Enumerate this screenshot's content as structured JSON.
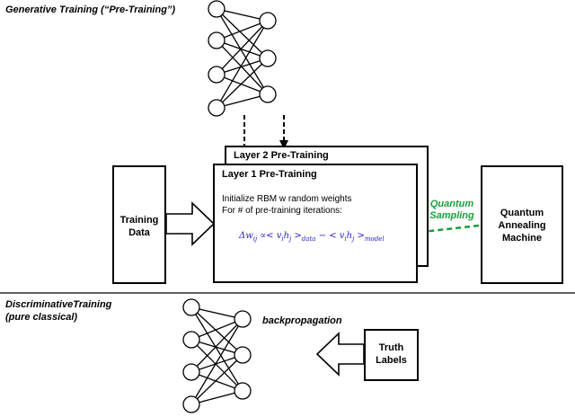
{
  "sections": {
    "generative_title": "Generative Training (“Pre-Training”)",
    "discriminative_title_line1": "DiscriminativeTraining",
    "discriminative_title_line2": "(pure classical)"
  },
  "layer2": {
    "title": "Layer 2 Pre-Training"
  },
  "layer1": {
    "title": "Layer 1 Pre-Training",
    "line1": "Initialize RBM w random weights",
    "line2": "For # of pre-training iterations:"
  },
  "formula": {
    "delta_w": "Δw",
    "delta_w_sub": "ij",
    "propto": " ∝< v",
    "i1": "i",
    "h1": "h",
    "j1": "j",
    "data_close": " >",
    "data_sub": "data",
    "minus": " − ",
    "model_open": "< v",
    "i2": "i",
    "h2": "h",
    "j2": "j",
    "model_close": " >",
    "model_sub": "model"
  },
  "training_data": {
    "line1": "Training",
    "line2": "Data"
  },
  "quantum_sampling": {
    "line1": "Quantum",
    "line2": "Sampling"
  },
  "annealer": {
    "line1": "Quantum",
    "line2": "Annealing",
    "line3": "Machine"
  },
  "backprop_label": "backpropagation",
  "truth_labels": {
    "line1": "Truth",
    "line2": "Labels"
  },
  "colors": {
    "quantum_green": "#1a9e3a",
    "formula_blue": "#2222c8"
  }
}
